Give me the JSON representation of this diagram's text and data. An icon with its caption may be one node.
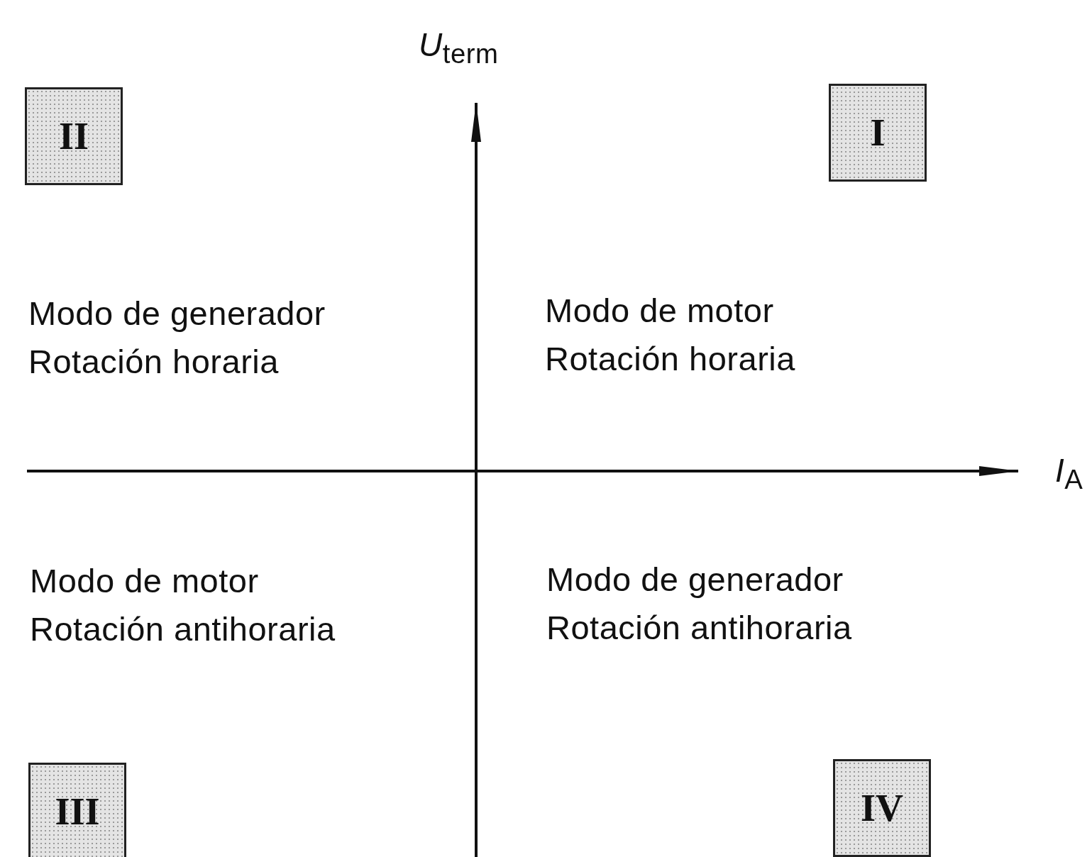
{
  "diagram": {
    "nodes": [
      {
        "text": [
          "II"
        ]
      },
      {
        "text": [
          "I"
        ]
      },
      {
        "text": [
          "III"
        ]
      },
      {
        "text": [
          "IV"
        ]
      }
    ],
    "labels": [
      "*U*$_{term}$",
      "Modo de generador",
      "Rotación horaria",
      "Modo de motor",
      "Rotación horaria",
      "*I*$_{A}$",
      "Modo de motor",
      "Rotación antihoraria",
      "Modo de generador",
      "Rotación antihoraria"
    ]
  }
}
